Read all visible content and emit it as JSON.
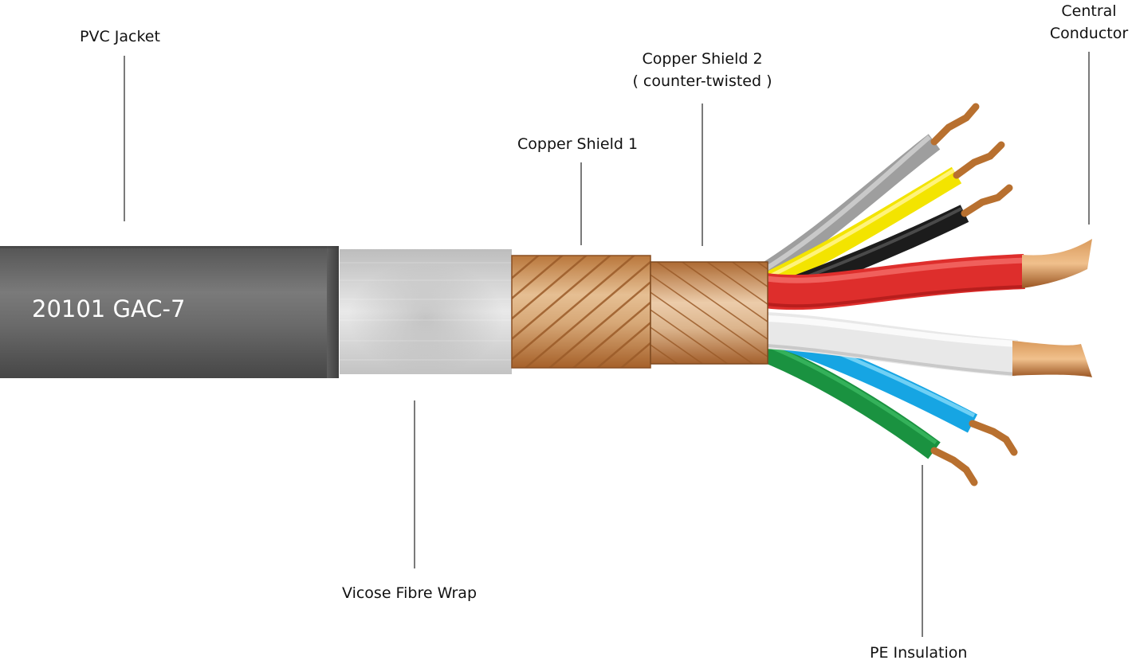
{
  "jacket_print": "20101 GAC-7",
  "labels": {
    "pvc_jacket": "PVC Jacket",
    "viscose_wrap": "Vicose Fibre Wrap",
    "copper_shield_1": "Copper Shield 1",
    "copper_shield_2_line1": "Copper Shield 2",
    "copper_shield_2_line2": "( counter-twisted )",
    "central_conductor_line1": "Central",
    "central_conductor_line2": "Conductor",
    "pe_insulation": "PE Insulation"
  },
  "colors": {
    "jacket": "#666666",
    "viscose": "#cfcfcf",
    "copper": "#c68a52",
    "copper_light": "#e2b98c",
    "conductor": "#b86f2e",
    "wires": {
      "grey": "#a5a5a5",
      "yellow": "#f6e800",
      "black": "#1e1e1e",
      "red": "#e1302e",
      "white": "#ececec",
      "blue": "#1ba9e6",
      "green": "#1e9a43"
    }
  }
}
